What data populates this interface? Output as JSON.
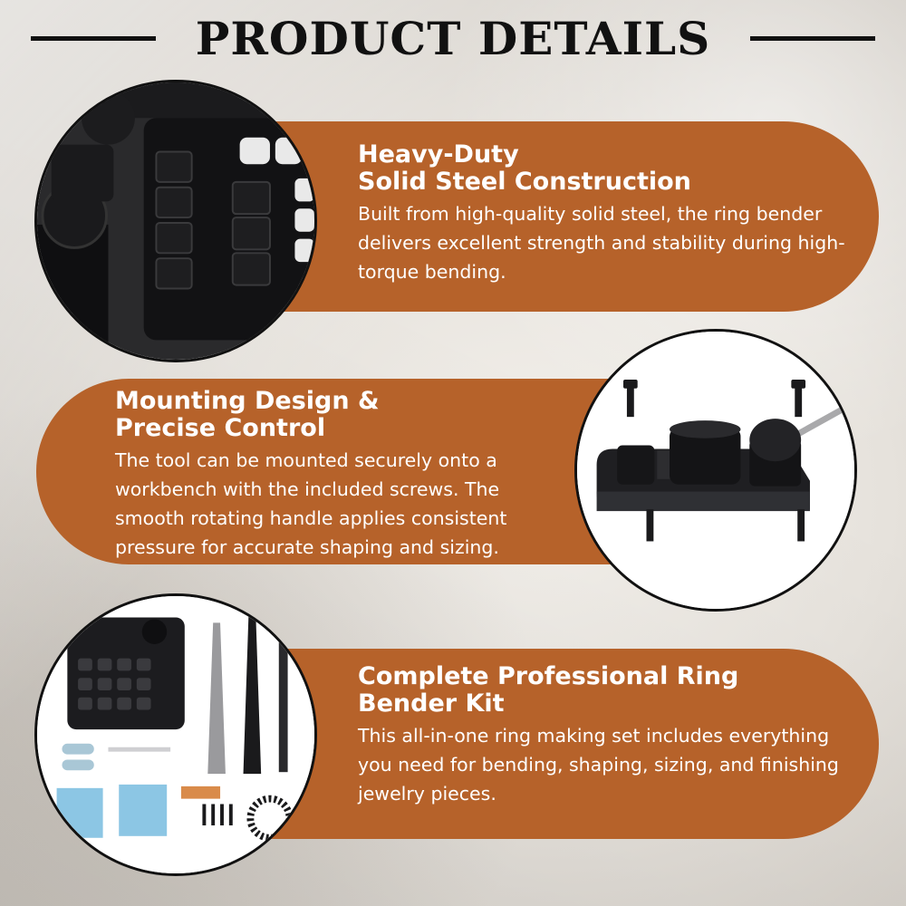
{
  "header": {
    "title": "PRODUCT DETAILS"
  },
  "features": [
    {
      "title_line1": "Heavy-Duty",
      "title_line2": "Solid Steel Construction",
      "body": "Built from high-quality solid steel, the ring bender delivers excellent strength and stability during high-torque bending.",
      "image_icon": "steel-dies-closeup-image"
    },
    {
      "title_line1": "Mounting Design &",
      "title_line2": "Precise Control",
      "body": "The tool can be mounted securely onto a workbench with the included screws. The smooth rotating handle applies consistent pressure for accurate shaping and sizing.",
      "image_icon": "ring-bender-mounted-image"
    },
    {
      "title_line1": "Complete Professional Ring",
      "title_line2": "Bender Kit",
      "body": "This all-in-one ring making set includes everything you need for bending, shaping, sizing, and finishing jewelry pieces.",
      "image_icon": "ring-bender-kit-image"
    }
  ],
  "colors": {
    "band": "#b6622a",
    "title": "#111111",
    "text": "#ffffff"
  }
}
